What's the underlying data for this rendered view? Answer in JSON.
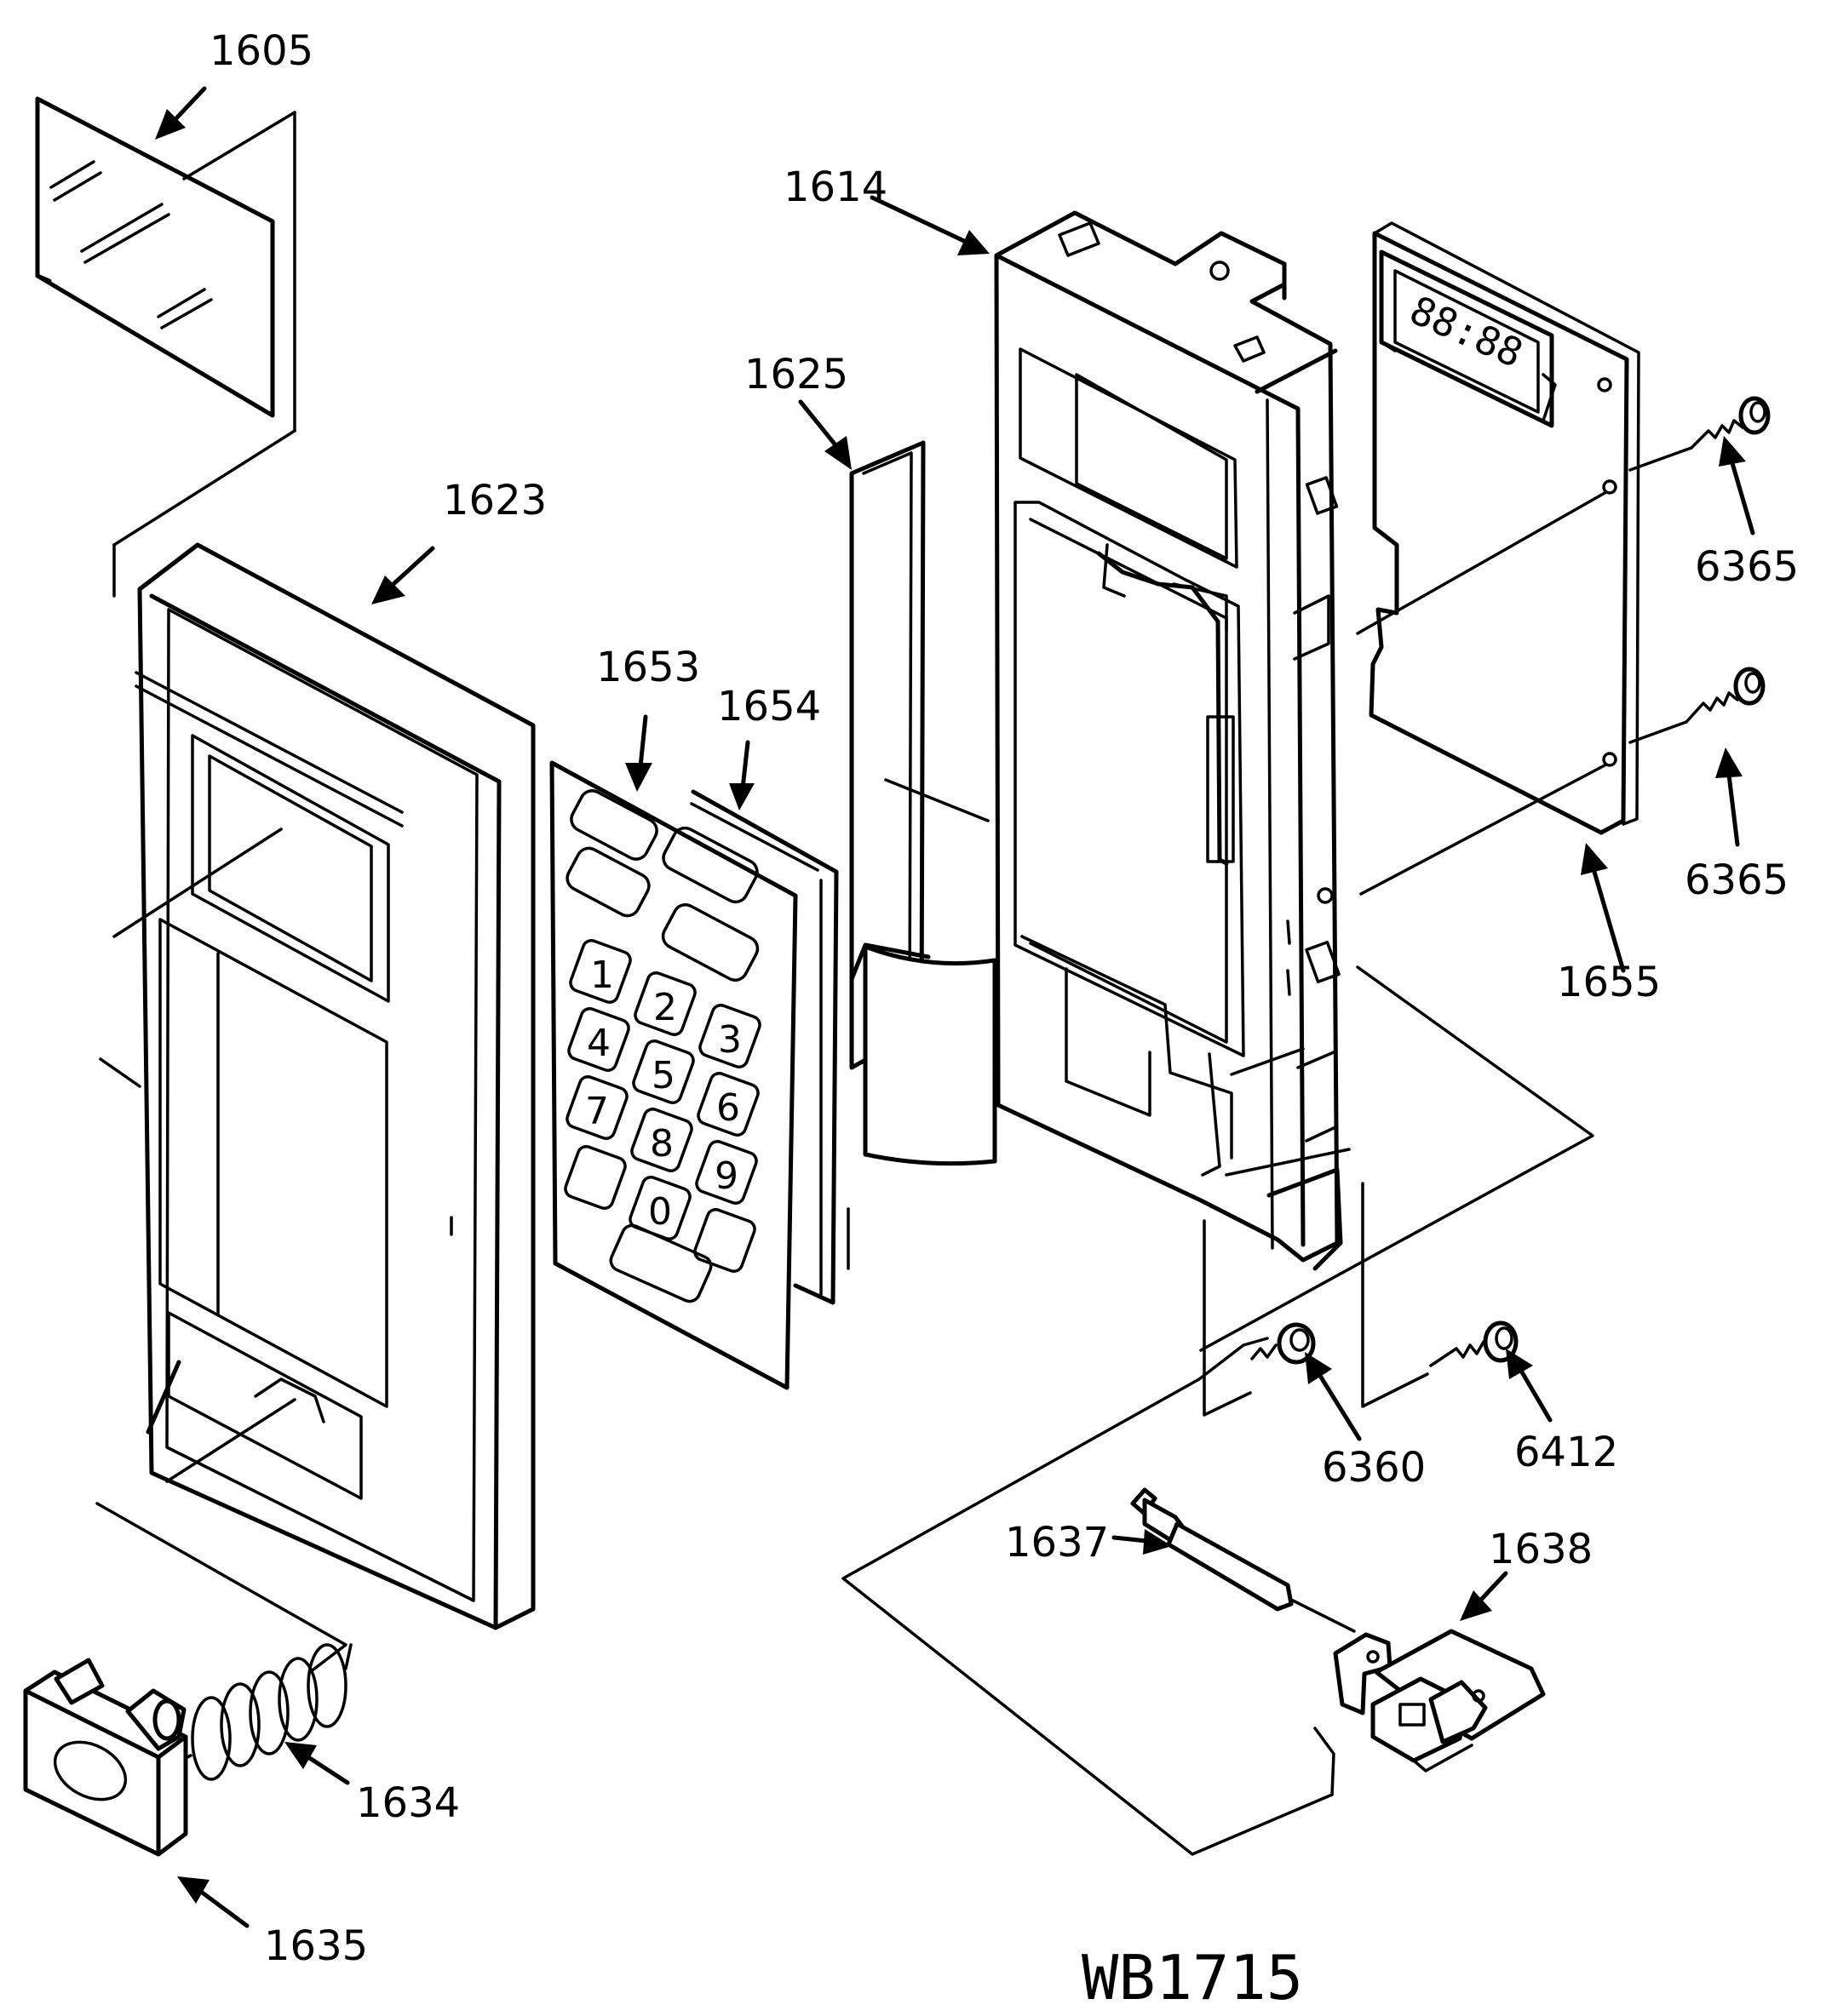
{
  "parts": {
    "p1605": "1605",
    "p1614": "1614",
    "p1625": "1625",
    "p1623": "1623",
    "p1653": "1653",
    "p1654": "1654",
    "p6365a": "6365",
    "p6365b": "6365",
    "p1655": "1655",
    "p6360": "6360",
    "p6412": "6412",
    "p1637": "1637",
    "p1638": "1638",
    "p1634": "1634",
    "p1635": "1635"
  },
  "keypad": {
    "k1": "1",
    "k2": "2",
    "k3": "3",
    "k4": "4",
    "k5": "5",
    "k6": "6",
    "k7": "7",
    "k8": "8",
    "k9": "9",
    "k0": "0"
  },
  "display_text": "88:88",
  "model": "WB1715",
  "colors": {
    "ink": "#000000",
    "paper": "#ffffff"
  }
}
